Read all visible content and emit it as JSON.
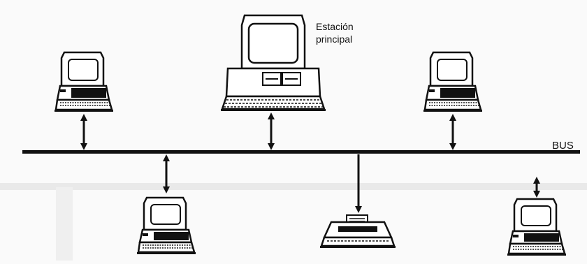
{
  "labels": {
    "main_station_line1": "Estación",
    "main_station_line2": "principal",
    "bus": "BUS"
  },
  "nodes": [
    {
      "id": "terminal-top-left",
      "kind": "computer",
      "link": "bidirectional"
    },
    {
      "id": "main-station",
      "kind": "main-computer",
      "link": "bidirectional"
    },
    {
      "id": "terminal-top-right",
      "kind": "computer",
      "link": "bidirectional"
    },
    {
      "id": "terminal-bottom-left",
      "kind": "computer",
      "link": "bidirectional"
    },
    {
      "id": "printer",
      "kind": "printer",
      "link": "output"
    },
    {
      "id": "terminal-bottom-right",
      "kind": "computer",
      "link": "bidirectional"
    }
  ],
  "colors": {
    "ink": "#111111",
    "paper": "#fafafa",
    "band": "#e9e9e9"
  }
}
